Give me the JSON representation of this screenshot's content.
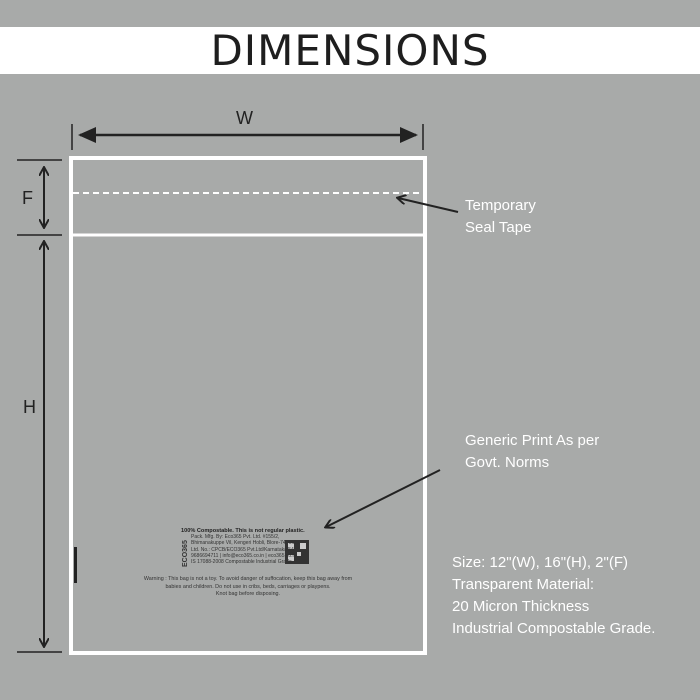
{
  "header": {
    "title": "DIMENSIONS"
  },
  "dimensions": {
    "width_label": "W",
    "flap_label": "F",
    "height_label": "H"
  },
  "annotations": {
    "seal_tape": [
      "Temporary",
      "Seal Tape"
    ],
    "print": [
      "Generic Print As per",
      "Govt. Norms"
    ]
  },
  "specs": [
    "Size: 12\"(W), 16\"(H), 2\"(F)",
    "Transparent Material:",
    "20 Micron Thickness",
    "Industrial Compostable Grade."
  ],
  "bag_print": {
    "headline": "100% Compostable. This is not regular plastic.",
    "logo": "ECO365",
    "details": [
      "Pack. Mfg. By: Eco365 Pvt. Ltd. #155/2,",
      "Bhimanakuppe Vil, Kengeri Hobli, Blore-74, India",
      "Ltd. No.: CPCB/ECO365 Pvt.Ltd/Karnataka/54",
      "9686694711 | info@eco365.co.in | eco365.co.in",
      "IS 17088-2008 Compostable Industrial Grade."
    ],
    "warning": [
      "Warning : This bag is not a toy. To avoid danger of suffocation, keep this bag away from",
      "babies and children. Do not use in cribs, beds, carriages or playpens.",
      "Knot bag before disposing."
    ]
  }
}
